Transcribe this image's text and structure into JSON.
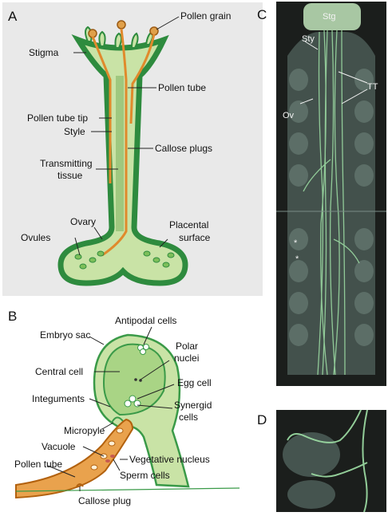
{
  "panelA": {
    "letter": "A",
    "labels": {
      "pollen_grain": "Pollen grain",
      "stigma": "Stigma",
      "pollen_tube": "Pollen tube",
      "pollen_tube_tip": "Pollen tube tip",
      "style": "Style",
      "callose_plugs": "Callose plugs",
      "transmitting_1": "Transmitting",
      "transmitting_2": "tissue",
      "ovary": "Ovary",
      "ovules": "Ovules",
      "placental_1": "Placental",
      "placental_2": "surface"
    }
  },
  "panelB": {
    "letter": "B",
    "labels": {
      "antipodal": "Antipodal cells",
      "embryo_sac": "Embryo sac",
      "polar_1": "Polar",
      "polar_2": "nuclei",
      "central_cell": "Central cell",
      "egg_cell": "Egg cell",
      "integuments": "Integuments",
      "synergid_1": "Synergid",
      "synergid_2": "cells",
      "micropyle": "Micropyle",
      "vacuole": "Vacuole",
      "veg_nucleus": "Vegetative nucleus",
      "pollen_tube": "Pollen tube",
      "sperm_cells": "Sperm cells",
      "callose_plug": "Callose plug"
    }
  },
  "panelC": {
    "letter": "C",
    "labels": {
      "stg": "Stg",
      "sty": "Sty",
      "tt": "TT",
      "ov": "Ov",
      "star1": "*",
      "star2": "*"
    }
  },
  "panelD": {
    "letter": "D"
  },
  "colors": {
    "panel_bg": "#e9e9e9",
    "tissue_light": "#c9e3a6",
    "tissue_dark": "#2e8b3e",
    "pollen_orange": "#e08a2c",
    "micrograph_bg": "#1b1e1c",
    "fluor_green": "#9fe0a6"
  }
}
